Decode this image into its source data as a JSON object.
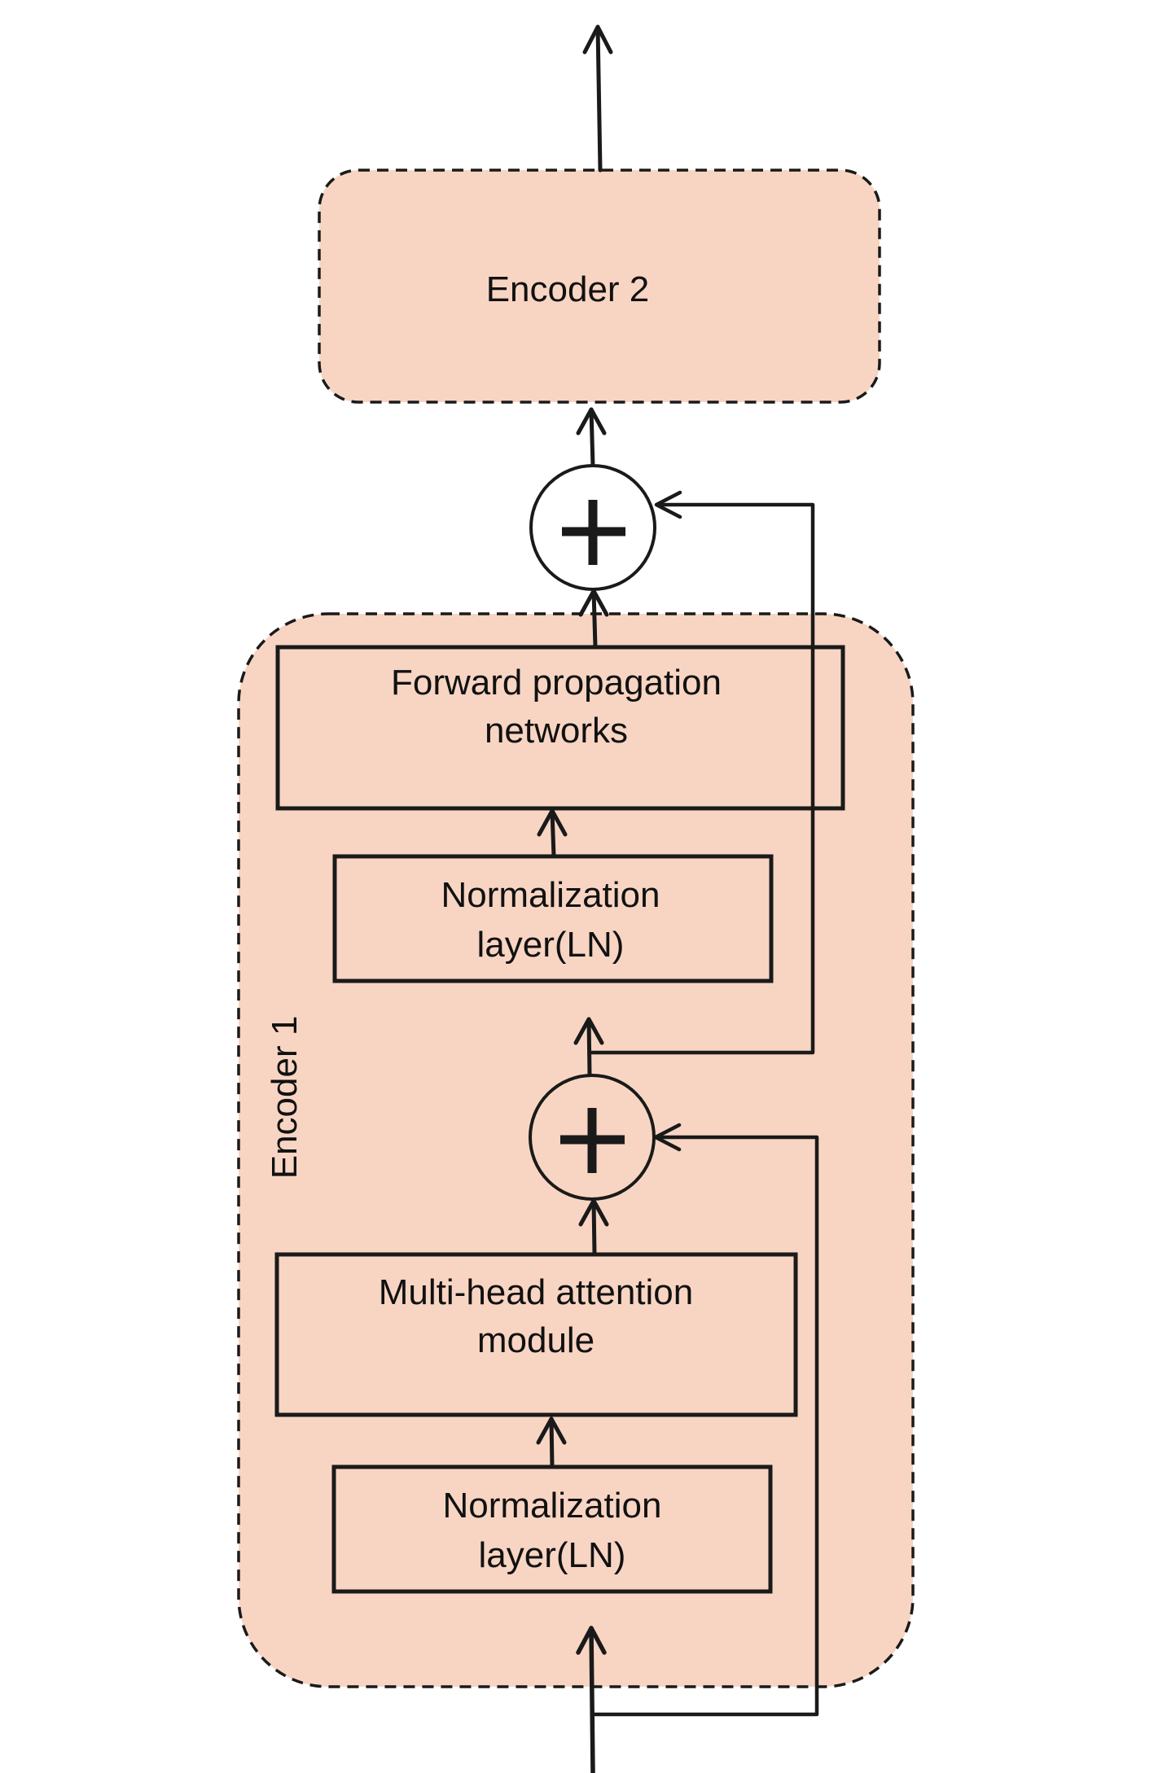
{
  "diagram": {
    "colors": {
      "block_fill": "#f8d5c3",
      "stroke": "#1a1a1a",
      "background": "#ffffff"
    },
    "encoder2": {
      "label": "Encoder 2"
    },
    "encoder1": {
      "label": "Encoder 1",
      "blocks": {
        "ffn": {
          "line1": "Forward propagation",
          "line2": "networks"
        },
        "ln_top": {
          "line1": "Normalization",
          "line2": "layer(LN)"
        },
        "mha": {
          "line1": "Multi-head attention",
          "line2": "module"
        },
        "ln_bottom": {
          "line1": "Normalization",
          "line2": "layer(LN)"
        }
      }
    },
    "adders": {
      "upper": {
        "symbol": "+"
      },
      "lower": {
        "symbol": "+"
      }
    },
    "connections": [
      {
        "from": "input",
        "to": "ln_bottom"
      },
      {
        "from": "ln_bottom",
        "to": "mha"
      },
      {
        "from": "mha",
        "to": "adder_lower"
      },
      {
        "from": "input",
        "to": "adder_lower",
        "type": "residual"
      },
      {
        "from": "adder_lower",
        "to": "ln_top"
      },
      {
        "from": "adder_lower",
        "to": "adder_upper",
        "type": "residual"
      },
      {
        "from": "ln_top",
        "to": "ffn"
      },
      {
        "from": "ffn",
        "to": "adder_upper"
      },
      {
        "from": "adder_upper",
        "to": "encoder2"
      },
      {
        "from": "encoder2",
        "to": "output"
      }
    ]
  }
}
